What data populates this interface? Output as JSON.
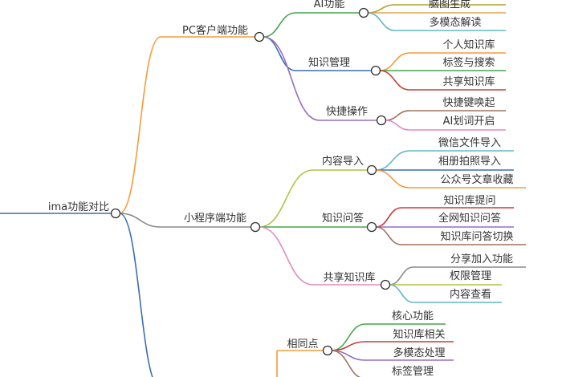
{
  "root": {
    "label": "ima功能对比"
  },
  "branches": [
    {
      "label": "PC客户端功能",
      "color": "#f59b3a",
      "children": [
        {
          "label": "AI功能",
          "color": "#44a54d",
          "children": [
            {
              "label": "",
              "color": "#b3a233"
            },
            {
              "label": "脑图生成",
              "color": "#e0a64f"
            },
            {
              "label": "多模态解读",
              "color": "#5fb8c4"
            }
          ]
        },
        {
          "label": "知识管理",
          "color": "#3b6fb0",
          "children": [
            {
              "label": "个人知识库",
              "color": "#f59b3a"
            },
            {
              "label": "标签与搜索",
              "color": "#44a54d"
            },
            {
              "label": "共享知识库",
              "color": "#c53f38"
            }
          ]
        },
        {
          "label": "快捷操作",
          "color": "#9b6bc1",
          "children": [
            {
              "label": "快捷键唤起",
              "color": "#a0725c"
            },
            {
              "label": "AI划词开启",
              "color": "#e08cc0"
            }
          ]
        }
      ]
    },
    {
      "label": "小程序端功能",
      "color": "#8a8a8a",
      "children": [
        {
          "label": "内容导入",
          "color": "#b3c243",
          "children": [
            {
              "label": "微信文件导入",
              "color": "#5fb8c4"
            },
            {
              "label": "相册拍照导入",
              "color": "#3b6fb0"
            },
            {
              "label": "公众号文章收藏",
              "color": "#f59b3a"
            }
          ]
        },
        {
          "label": "知识问答",
          "color": "#44a54d",
          "children": [
            {
              "label": "知识库提问",
              "color": "#c53f38"
            },
            {
              "label": "全网知识问答",
              "color": "#9b6bc1"
            },
            {
              "label": "知识库问答切换",
              "color": "#a0725c"
            }
          ]
        },
        {
          "label": "共享知识库",
          "color": "#e08cc0",
          "children": [
            {
              "label": "分享加入功能",
              "color": "#8a8a8a"
            },
            {
              "label": "权限管理",
              "color": "#b3c243"
            },
            {
              "label": "内容查看",
              "color": "#5fb8c4"
            }
          ]
        }
      ]
    },
    {
      "label": "",
      "color": "#3b6fb0",
      "children": [
        {
          "label": "相同点",
          "color": "#f59b3a",
          "children": [
            {
              "label": "核心功能",
              "color": "#44a54d"
            },
            {
              "label": "知识库相关",
              "color": "#c53f38"
            },
            {
              "label": "多模态处理",
              "color": "#9b6bc1"
            },
            {
              "label": "标签管理",
              "color": "#a0725c"
            }
          ]
        }
      ]
    }
  ]
}
